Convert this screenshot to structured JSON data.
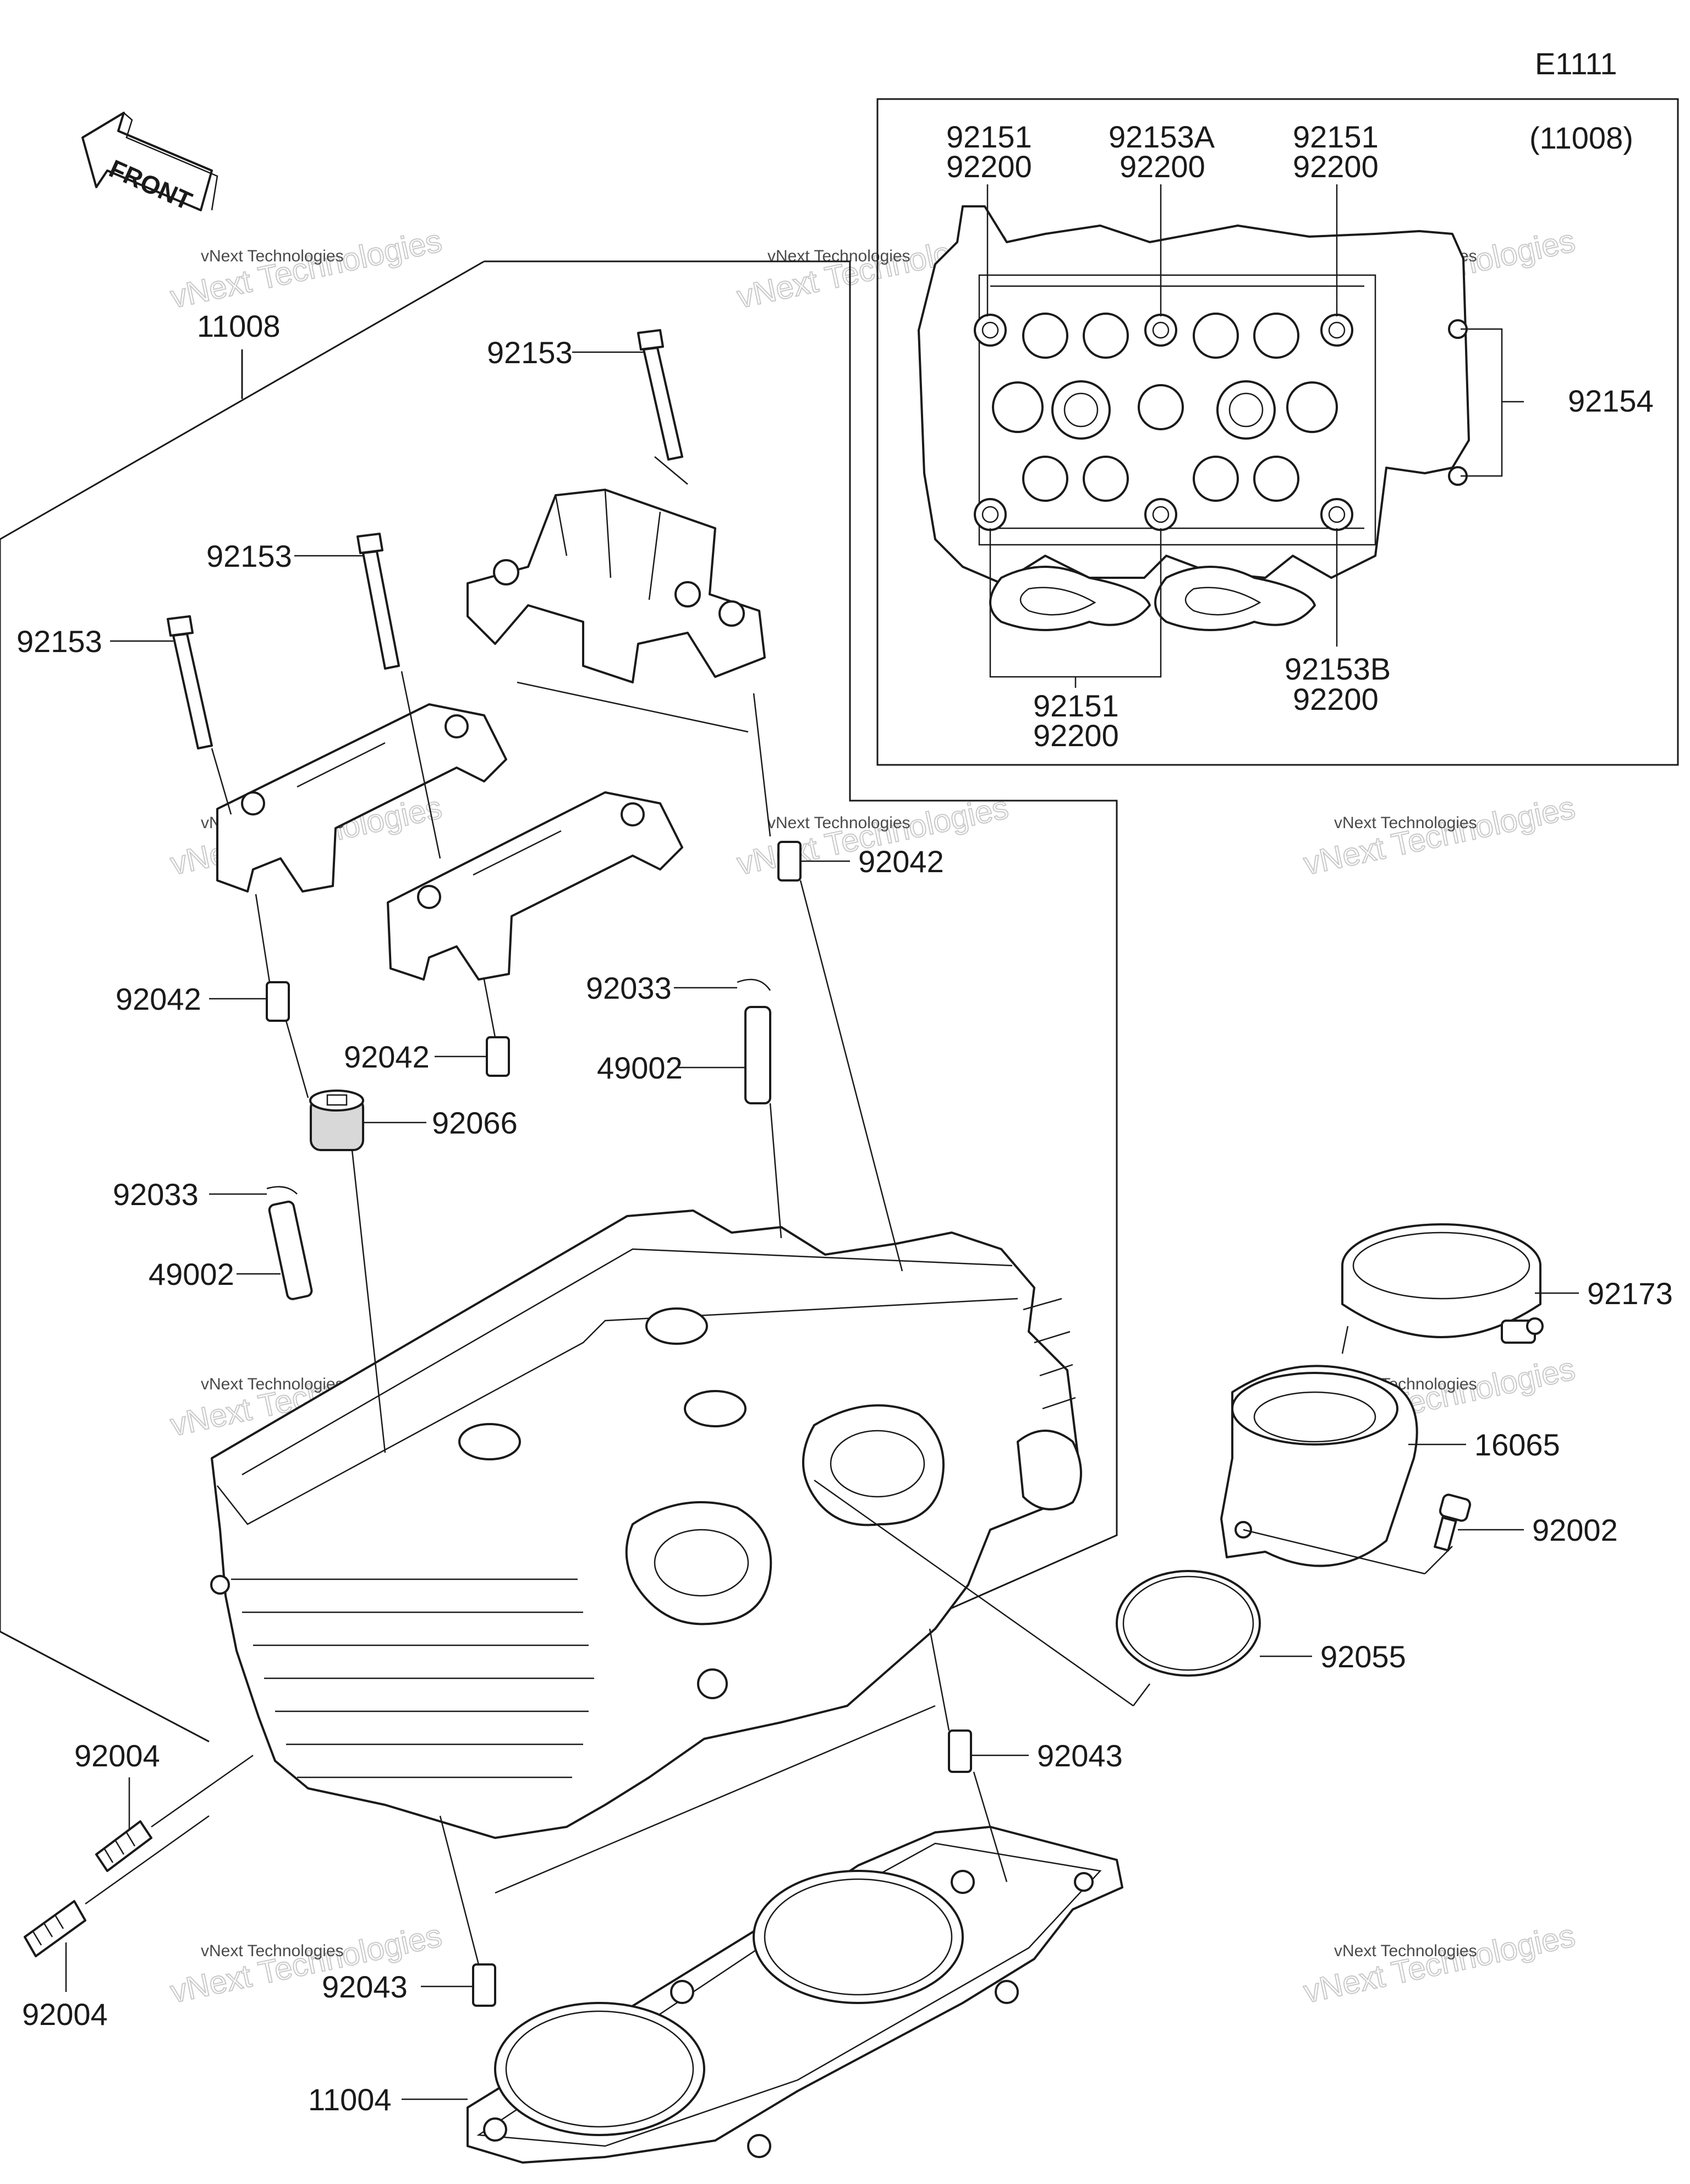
{
  "diagram_id": "E1111",
  "inset_label": "(11008)",
  "front_label": "FRONT",
  "watermark": {
    "line1": "vNext Technologies",
    "line2": "vNext Technologies"
  },
  "parts": {
    "p11008": "11008",
    "p92153_a": "92153",
    "p92153_b": "92153",
    "p92153_c": "92153",
    "p92042_a": "92042",
    "p92042_b": "92042",
    "p92042_c": "92042",
    "p92033_a": "92033",
    "p92033_b": "92033",
    "p49002_a": "49002",
    "p49002_b": "49002",
    "p92066": "92066",
    "p92173": "92173",
    "p16065": "16065",
    "p92002": "92002",
    "p92055": "92055",
    "p92043_a": "92043",
    "p92043_b": "92043",
    "p92004_a": "92004",
    "p92004_b": "92004",
    "p11004": "11004"
  },
  "inset_parts": {
    "top1_l1": "92151",
    "top1_l2": "92200",
    "top2_l1": "92153A",
    "top2_l2": "92200",
    "top3_l1": "92151",
    "top3_l2": "92200",
    "side": "92154",
    "bot1_l1": "92151",
    "bot1_l2": "92200",
    "bot2_l1": "92153B",
    "bot2_l2": "92200"
  }
}
